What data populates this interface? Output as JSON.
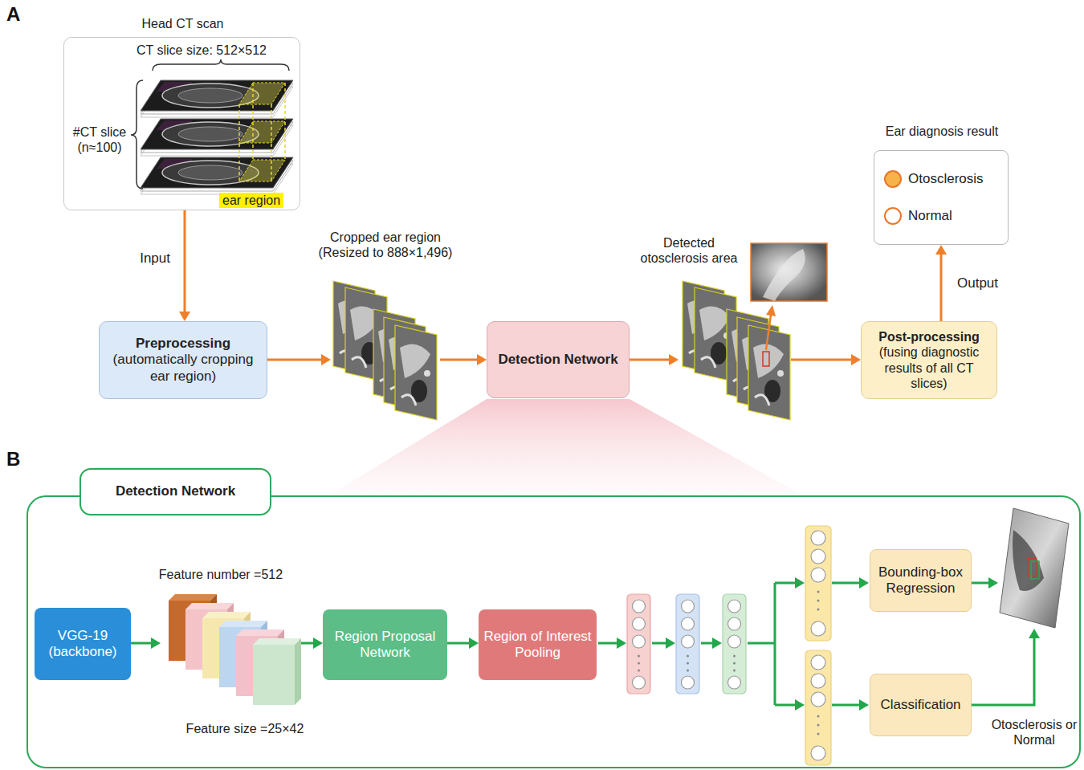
{
  "diagram": {
    "nodes": [
      {
        "text": [
          "Head CT scan",
          "CT slice size: 512×512",
          "#CT slice (n≈100)",
          "ear region"
        ]
      },
      {
        "text": [
          "Preprocessing",
          "(automatically cropping ear region)"
        ]
      },
      {
        "text": [
          "Cropped ear region (Resized to 888×1,496)"
        ]
      },
      {
        "text": [
          "Detection Network"
        ]
      },
      {
        "text": [
          "Detected otosclerosis area"
        ]
      },
      {
        "text": [
          "Post-processing",
          "(fusing diagnostic results of all CT slices)"
        ]
      },
      {
        "text": [
          "Ear diagnosis result",
          "Otosclerosis",
          "Normal"
        ]
      },
      {
        "text": [
          "Detection Network"
        ]
      },
      {
        "text": [
          "VGG-19 (backbone)"
        ],
        "in": 7
      },
      {
        "text": [
          "Feature number =512",
          "Feature size =25×42"
        ],
        "in": 7
      },
      {
        "text": [
          "Region Proposal Network"
        ],
        "in": 7
      },
      {
        "text": [
          "Region of Interest Pooling"
        ],
        "in": 7
      },
      {
        "text": [
          "Bounding-box Regression"
        ],
        "in": 7
      },
      {
        "text": [
          "Classification"
        ],
        "in": 7
      },
      {
        "text": [
          "Otosclerosis or Normal"
        ],
        "in": 7
      }
    ],
    "edges": [
      {
        "from": 0,
        "to": 1,
        "label": "Input",
        "arrow": "to"
      },
      {
        "from": 1,
        "to": 2,
        "arrow": "to"
      },
      {
        "from": 2,
        "to": 3,
        "arrow": "to"
      },
      {
        "from": 3,
        "to": 4,
        "arrow": "to"
      },
      {
        "from": 4,
        "to": 5,
        "arrow": "to"
      },
      {
        "from": 5,
        "to": 6,
        "label": "Output",
        "arrow": "to"
      },
      {
        "from": 8,
        "to": 9,
        "arrow": "to"
      },
      {
        "from": 9,
        "to": 10,
        "arrow": "to"
      },
      {
        "from": 10,
        "to": 11,
        "arrow": "to"
      },
      {
        "from": 12,
        "to": 14,
        "arrow": "to"
      },
      {
        "from": 13,
        "to": 14,
        "arrow": "to"
      }
    ],
    "labels": [
      "A",
      "B"
    ]
  }
}
